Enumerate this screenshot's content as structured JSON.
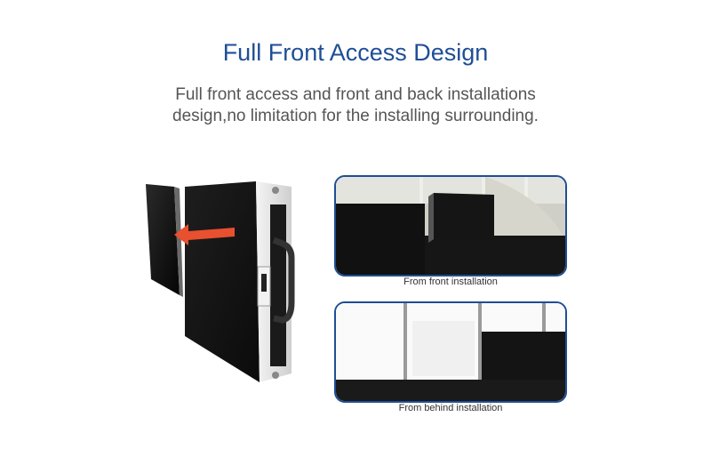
{
  "header": {
    "title": "Full Front Access Design",
    "subtitle_line1": "Full front access and front and back installations",
    "subtitle_line2": "design,no limitation for the installing surrounding."
  },
  "panels": {
    "front": {
      "caption": "From front installation"
    },
    "back": {
      "caption": "From behind installation"
    }
  },
  "colors": {
    "title": "#1f4e95",
    "text": "#555555",
    "panel_border": "#1f4e95",
    "arrow": "#e8502f"
  }
}
